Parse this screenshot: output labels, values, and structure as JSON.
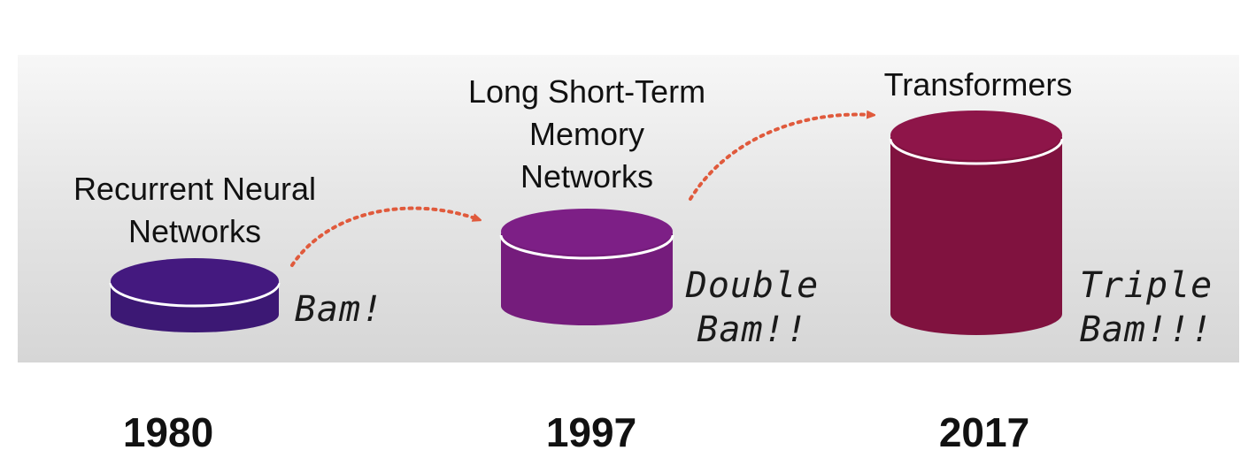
{
  "stages": [
    {
      "label_lines": [
        "Recurrent Neural",
        "Networks"
      ],
      "bam_lines": [
        "Bam!"
      ],
      "year": "1980",
      "color": "#3c1874"
    },
    {
      "label_lines": [
        "Long Short-Term",
        "Memory",
        "Networks"
      ],
      "bam_lines": [
        "Double",
        "Bam!!"
      ],
      "year": "1997",
      "color": "#751c7c"
    },
    {
      "label_lines": [
        "Transformers"
      ],
      "bam_lines": [
        "Triple",
        "Bam!!!"
      ],
      "year": "2017",
      "color": "#8a1447"
    }
  ],
  "arrow_color": "#e05a3c"
}
